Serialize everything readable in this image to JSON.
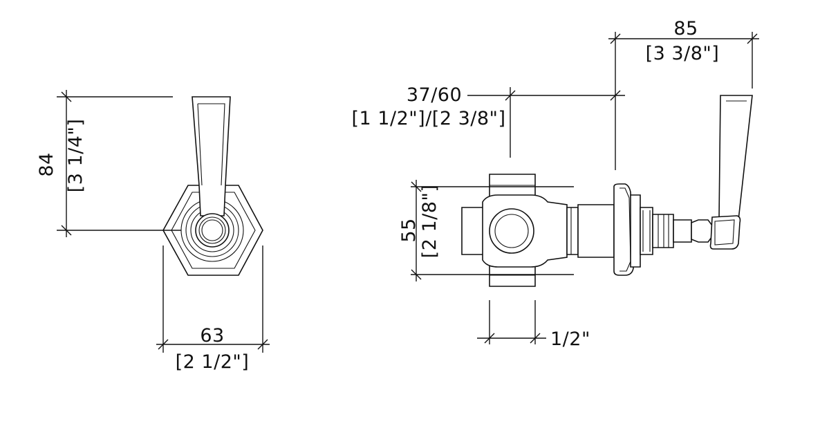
{
  "front_view": {
    "height_mm": "84",
    "height_in": "[3 1/4\"]",
    "width_mm": "63",
    "width_in": "[2 1/2\"]"
  },
  "side_view": {
    "projection_mm": "85",
    "projection_in": "[3 3/8\"]",
    "wall_depth_mm": "37/60",
    "wall_depth_in": "[1 1/2\"]/[2 3/8\"]",
    "body_height_mm": "55",
    "body_height_in": "[2 1/8\"]",
    "connection_size": "1/2\""
  }
}
